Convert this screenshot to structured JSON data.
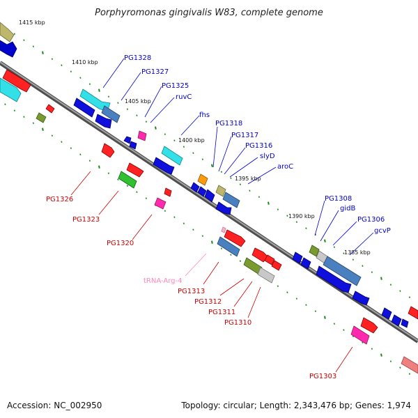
{
  "title": "Porphyromonas gingivalis W83, complete genome",
  "accession": "Accession: NC_002950",
  "topology": "Topology: circular; Length: 2,343,476 bp; Genes: 1,974",
  "kbp_labels": [
    "1415 kbp",
    "1410 kbp",
    "1405 kbp",
    "1400 kbp",
    "1395 kbp",
    "1390 kbp",
    "1385 kbp"
  ],
  "forward_labels": [
    "PG1328",
    "PG1327",
    "PG1325",
    "ruvC",
    "fhs",
    "PG1318",
    "PG1317",
    "PG1316",
    "slyD",
    "aroC",
    "PG1308",
    "gidB",
    "PG1306",
    "gcvP"
  ],
  "reverse_labels": [
    "PG1326",
    "PG1323",
    "PG1320",
    "tRNA-Arg-4",
    "PG1313",
    "PG1312",
    "PG1311",
    "PG1310",
    "PG1303"
  ],
  "colors": {
    "forward_label": "#0000cc",
    "reverse_label": "#cc0000",
    "trna_label": "#ff88bb",
    "backbone": "#808080",
    "ticks": "#1a8a1a"
  }
}
